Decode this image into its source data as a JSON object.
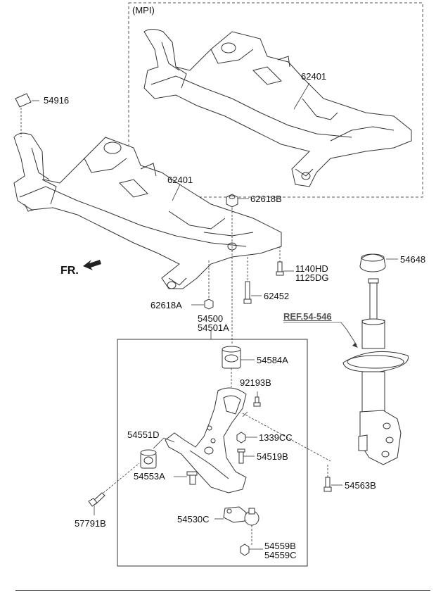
{
  "mpi_label": "(MPI)",
  "fr_label": "FR.",
  "ref_label": "REF.54-546",
  "parts": {
    "p54916": "54916",
    "p62401_upper": "62401",
    "p62401_lower": "62401",
    "p62618B": "62618B",
    "p1140HD": "1140HD",
    "p1125DG": "1125DG",
    "p62452": "62452",
    "p62618A": "62618A",
    "p54500": "54500",
    "p54501A": "54501A",
    "p54584A": "54584A",
    "p92193B": "92193B",
    "p54551D": "54551D",
    "p1339CC": "1339CC",
    "p54519B": "54519B",
    "p54553A": "54553A",
    "p54563B": "54563B",
    "p57791B": "57791B",
    "p54530C": "54530C",
    "p54559B": "54559B",
    "p54559C": "54559C",
    "p54648": "54648"
  }
}
